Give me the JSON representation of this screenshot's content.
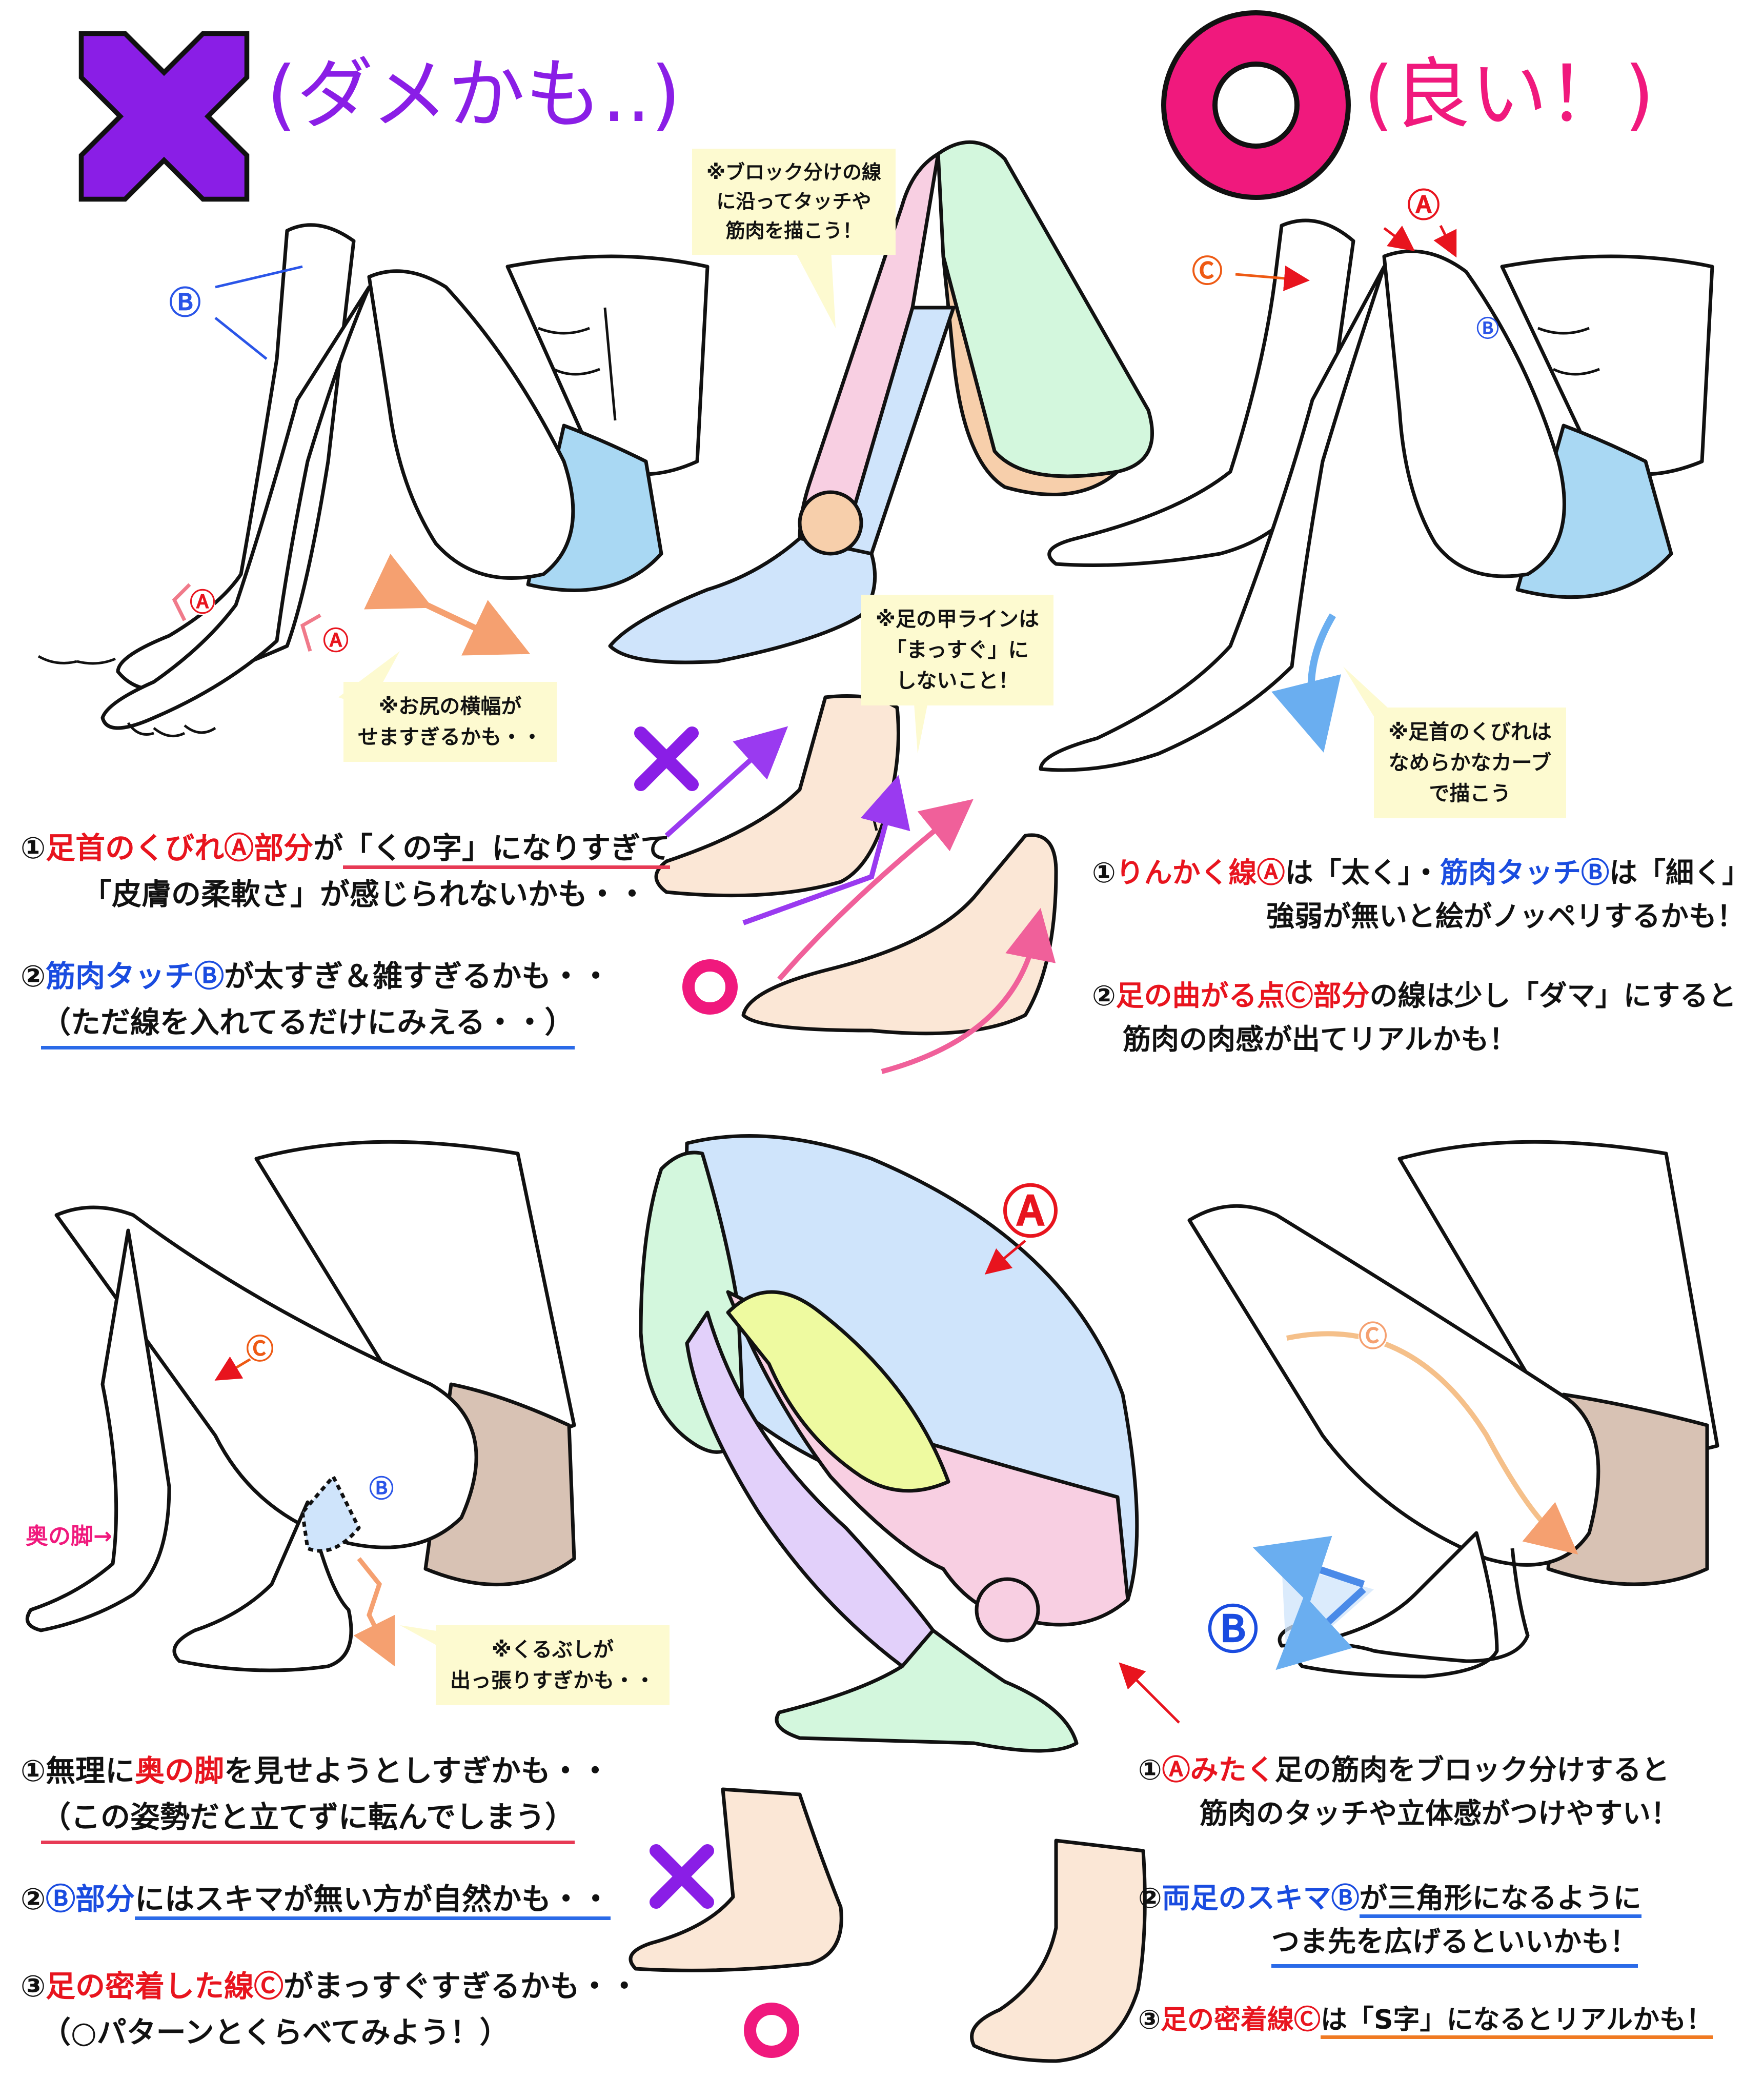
{
  "header": {
    "bad_symbol": "✕",
    "bad_label": "(ダメかも..)",
    "good_symbol": "○",
    "good_label": "(良い！)"
  },
  "labels": {
    "a": "Ⓐ",
    "b": "Ⓑ",
    "c": "Ⓒ",
    "A_plain": "A",
    "B_plain": "B",
    "C_plain": "C"
  },
  "notes": {
    "block_lines": [
      "※ブロック分けの線",
      "に沿ってタッチや",
      "筋肉を描こう！"
    ],
    "hip_width": [
      "※お尻の横幅が",
      "せますぎるかも・・"
    ],
    "instep": [
      "※足の甲ラインは",
      "「まっすぐ」に",
      "しないこと！"
    ],
    "ankle_curve": [
      "※足首のくびれは",
      "なめらかなカーブ",
      "で描こう"
    ],
    "ankle_bone": [
      "※くるぶしが",
      "出っ張りすぎかも・・"
    ],
    "back_leg": "奥の脚→"
  },
  "mini_marks": {
    "bad": "✕",
    "good": "○"
  },
  "captions": {
    "top_left_1": {
      "num": "①",
      "p1": "足首のくびれⒶ部分",
      "p2": "が",
      "p3": "「くの字」になりすぎて",
      "line2": "「皮膚の柔軟さ」が感じられないかも・・"
    },
    "top_left_2": {
      "num": "②",
      "p1": "筋肉タッチⒷ",
      "p2": "が太すぎ＆雑すぎるかも・・",
      "line2": "（ただ線を入れてるだけにみえる・・）"
    },
    "top_right_1": {
      "num": "①",
      "p1": "りんかく線Ⓐ",
      "p2": "は「太く」・",
      "p3": "筋肉タッチⒷ",
      "p4": "は「細く」に！",
      "line2": "強弱が無いと絵がノッペリするかも！"
    },
    "top_right_2": {
      "num": "②",
      "p1": "足の曲がる点Ⓒ部分",
      "p2": "の線は少し「ダマ」にすると",
      "line2": "筋肉の肉感が出てリアルかも！"
    },
    "bottom_left_1": {
      "num": "①",
      "p1": "無理に",
      "p2": "奥の脚",
      "p3": "を見せようとしすぎかも・・",
      "line2": "（この姿勢だと立てずに転んでしまう）"
    },
    "bottom_left_2": {
      "num": "②",
      "p1": "Ⓑ部分",
      "p2": "にはスキマが無い方が自然かも・・"
    },
    "bottom_left_3": {
      "num": "③",
      "p1": "足の密着した線Ⓒ",
      "p2": "がまっすぐすぎるかも・・",
      "line2": "（○パターンとくらべてみよう！）"
    },
    "bottom_right_1": {
      "num": "①",
      "p1": "Ⓐみたく",
      "p2": "足の筋肉をブロック分けすると",
      "line2": "筋肉のタッチや立体感がつけやすい！"
    },
    "bottom_right_2": {
      "num": "②",
      "p1": "両足のスキマⒷ",
      "p2": "が三角形になるように",
      "line2": "つま先を広げるといいかも！"
    },
    "bottom_right_3": {
      "num": "③",
      "p1": "足の密着線Ⓒ",
      "p2": "は「S字」になるとリアルかも！"
    }
  },
  "colors": {
    "purple": "#8a1ee6",
    "pink": "#f0197d",
    "red": "#e8141e",
    "blue": "#1a4ce0",
    "orange": "#ee5a14",
    "note_bg": "#fdfad0",
    "skin": "#fbe7d6",
    "block_blue": "#cfe4fb",
    "block_pink": "#f8cfe2",
    "block_green": "#d3f7dd",
    "block_orange": "#f7cfab",
    "block_yellow": "#eefaa0",
    "block_violet": "#e2d0fa",
    "shorts_blue": "#a9d8f3",
    "shorts_brown": "#d8c2b4"
  }
}
